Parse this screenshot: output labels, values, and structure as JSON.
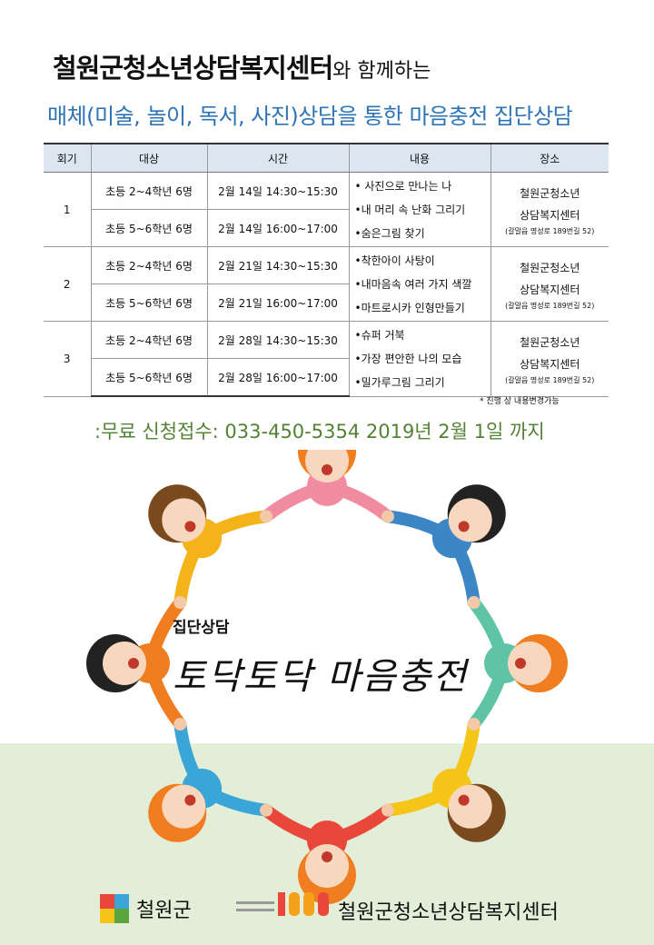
{
  "title": {
    "main": "철원군청소년상담복지센터",
    "suffix": "와 함께하는",
    "subtitle": "매체(미술, 놀이, 독서, 사진)상담을 통한 마음충전 집단상담"
  },
  "table": {
    "headers": [
      "회기",
      "대상",
      "시간",
      "내용",
      "장소"
    ],
    "sessions": [
      {
        "round": "1",
        "groups": [
          {
            "target": "초등 2~4학년 6명",
            "time": "2월 14일 14:30~15:30"
          },
          {
            "target": "초등 5~6학년 6명",
            "time": "2월 14일 16:00~17:00"
          }
        ],
        "contents": [
          "• 사진으로 만나는 나",
          "•내 머리 속 난화 그리기",
          "•숨은그림 찾기"
        ],
        "place": [
          "철원군청소년",
          "상담복지센터"
        ],
        "address": "(갈말읍 명성로 189번길 52)"
      },
      {
        "round": "2",
        "groups": [
          {
            "target": "초등 2~4학년 6명",
            "time": "2월 21일 14:30~15:30"
          },
          {
            "target": "초등 5~6학년 6명",
            "time": "2월 21일 16:00~17:00"
          }
        ],
        "contents": [
          "•착한아이 사탕이",
          "•내마음속 여러 가지 색깔",
          "•마트로시카 인형만들기"
        ],
        "place": [
          "철원군청소년",
          "상담복지센터"
        ],
        "address": "(갈말읍 명성로 189번길 52)"
      },
      {
        "round": "3",
        "groups": [
          {
            "target": "초등 2~4학년 6명",
            "time": "2월 28일 14:30~15:30"
          },
          {
            "target": "초등 5~6학년 6명",
            "time": "2월 28일 16:00~17:00"
          }
        ],
        "contents": [
          "•슈퍼 거북",
          "•가장 편안한 나의 모습",
          "•밀가루그림 그리기"
        ],
        "place": [
          "철원군청소년",
          "상담복지센터"
        ],
        "address": "(갈말읍 명성로 189번길 52)"
      }
    ],
    "note": "* 진행 상 내용변경가능"
  },
  "apply": ":무료 신청접수:  033-450-5354   2019년 2월 1일 까지",
  "illustration": {
    "subtitle": "집단상담",
    "title": "토닥토닥 마음충전",
    "shirt_colors": [
      "#f08ba0",
      "#3d86c6",
      "#5fc4a6",
      "#f5c518",
      "#e8473a",
      "#3aa6d8",
      "#f07d1f",
      "#f5b31a"
    ]
  },
  "footer": {
    "org1": "철원군",
    "org2": "철원군청소년상담복지센터",
    "logo2_icon": "youth-1388-logo",
    "logo1_icon": "cheorwon-county-logo"
  },
  "colors": {
    "subtitle_blue": "#2e74b5",
    "apply_green": "#548235",
    "header_bg": "#dce6f1",
    "footer_bg": "#e3eed9"
  }
}
